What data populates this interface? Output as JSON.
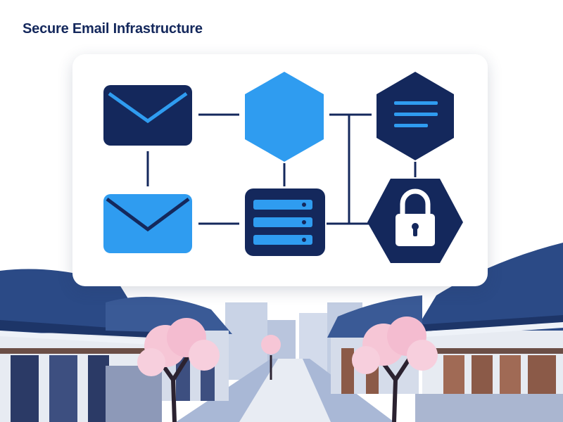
{
  "title": "Secure Email Infrastructure",
  "colors": {
    "navy": "#14285c",
    "bright_blue": "#2f9cf0",
    "white": "#ffffff",
    "roof_blue": "#2b4a86",
    "wall_gray": "#c9d3e6",
    "blossom_pink": "#f6c6d6",
    "trunk": "#2b2230"
  },
  "diagram": {
    "nodes": [
      {
        "id": "email-inbound",
        "icon": "envelope-icon"
      },
      {
        "id": "relay-hub",
        "icon": "hexagon-icon"
      },
      {
        "id": "message-document",
        "icon": "document-hexagon-icon"
      },
      {
        "id": "email-outbound",
        "icon": "envelope-icon"
      },
      {
        "id": "mail-server",
        "icon": "server-icon"
      },
      {
        "id": "encryption-lock",
        "icon": "padlock-hexagon-icon"
      }
    ],
    "edges": [
      [
        "email-inbound",
        "relay-hub"
      ],
      [
        "relay-hub",
        "message-document"
      ],
      [
        "email-inbound",
        "email-outbound"
      ],
      [
        "relay-hub",
        "mail-server"
      ],
      [
        "message-document",
        "encryption-lock"
      ],
      [
        "email-outbound",
        "mail-server"
      ],
      [
        "mail-server",
        "encryption-lock"
      ]
    ]
  },
  "background": {
    "scene": "hanok-village-street-with-cherry-blossoms"
  }
}
